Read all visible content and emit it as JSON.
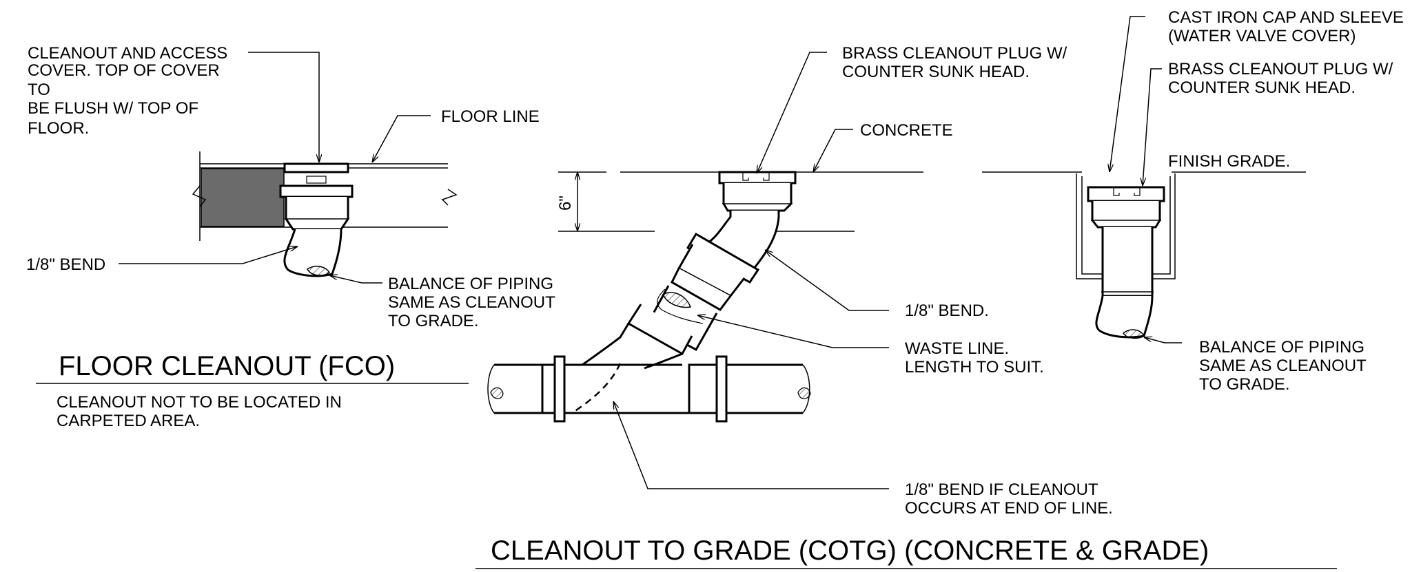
{
  "floor_cleanout": {
    "title": "FLOOR CLEANOUT (FCO)",
    "note": [
      "CLEANOUT NOT TO BE LOCATED IN",
      "CARPETED AREA."
    ],
    "labels": {
      "cover": [
        "CLEANOUT AND ACCESS",
        "COVER. TOP OF COVER",
        "TO",
        "BE FLUSH W/ TOP OF",
        "FLOOR."
      ],
      "floor_line": "FLOOR LINE",
      "bend": "1/8\" BEND",
      "balance": [
        "BALANCE OF PIPING",
        "SAME AS CLEANOUT",
        "TO GRADE."
      ]
    }
  },
  "cotg_concrete": {
    "title": "CLEANOUT TO GRADE (COTG) (CONCRETE & GRADE)",
    "labels": {
      "plug": [
        "BRASS CLEANOUT PLUG W/",
        "COUNTER SUNK HEAD."
      ],
      "concrete": "CONCRETE",
      "depth": "6\"",
      "bend": "1/8\" BEND.",
      "waste": [
        "WASTE LINE.",
        "LENGTH TO SUIT."
      ],
      "end_bend": [
        "1/8\" BEND IF CLEANOUT",
        "OCCURS AT END OF LINE."
      ]
    }
  },
  "cotg_grade": {
    "labels": {
      "cap": [
        "CAST IRON CAP AND SLEEVE",
        "(WATER VALVE COVER)"
      ],
      "plug": [
        "BRASS CLEANOUT PLUG W/",
        "COUNTER SUNK HEAD."
      ],
      "finish_grade": "FINISH GRADE.",
      "balance": [
        "BALANCE OF PIPING",
        "SAME AS CLEANOUT",
        "TO GRADE."
      ]
    }
  }
}
